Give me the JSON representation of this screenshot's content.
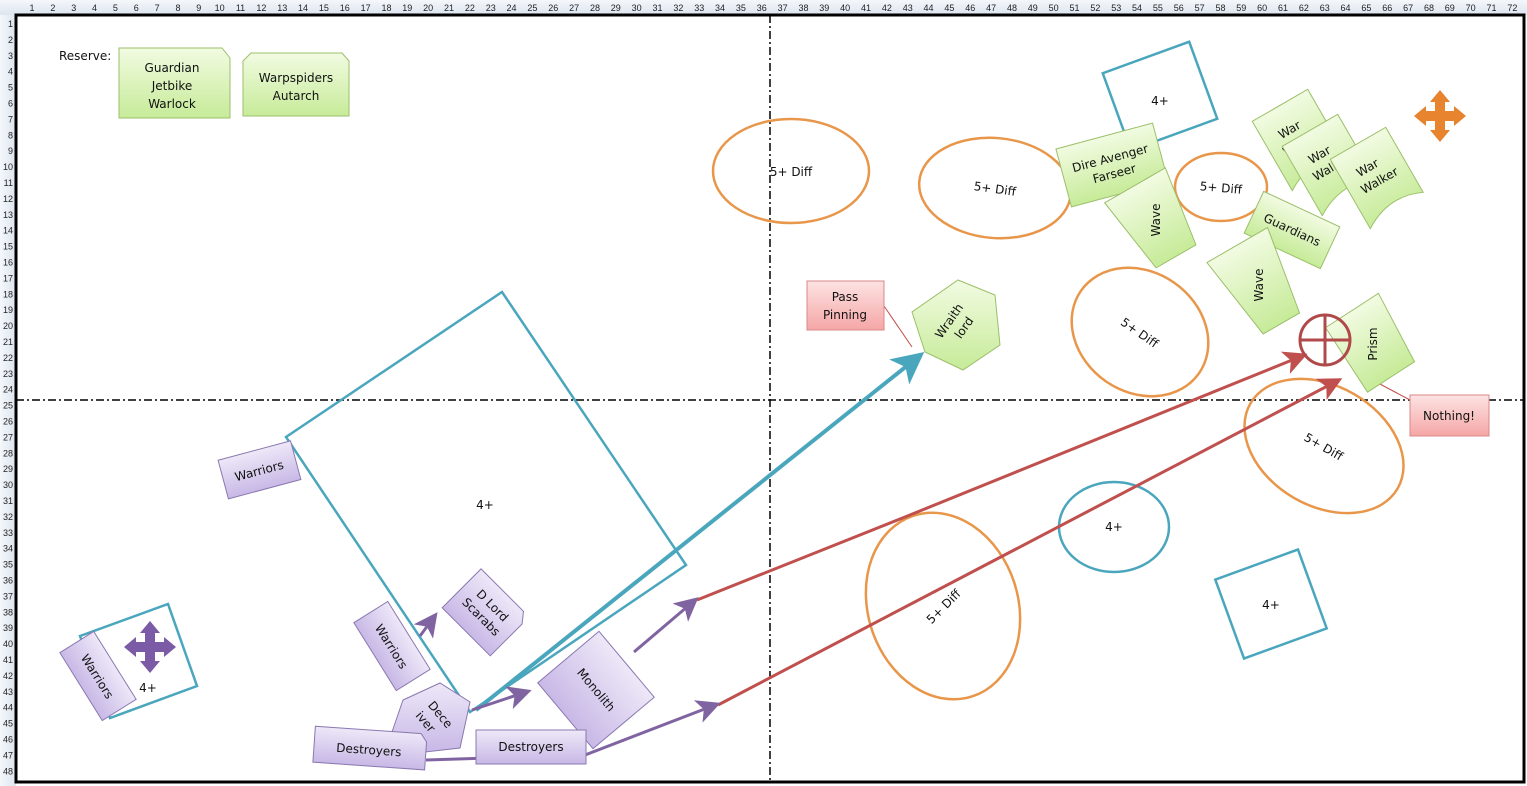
{
  "ruler": {
    "columns": [
      1,
      2,
      3,
      4,
      5,
      6,
      7,
      8,
      9,
      10,
      11,
      12,
      13,
      14,
      15,
      16,
      17,
      18,
      19,
      20,
      21,
      22,
      23,
      24,
      25,
      26,
      27,
      28,
      29,
      30,
      31,
      32,
      33,
      34,
      35,
      36,
      37,
      38,
      39,
      40,
      41,
      42,
      43,
      44,
      45,
      46,
      47,
      48,
      49,
      50,
      51,
      52,
      53,
      54,
      55,
      56,
      57,
      58,
      59,
      60,
      61,
      62,
      63,
      64,
      65,
      66,
      67,
      68,
      69,
      70,
      71,
      72
    ],
    "rows": [
      1,
      2,
      3,
      4,
      5,
      6,
      7,
      8,
      9,
      10,
      11,
      12,
      13,
      14,
      15,
      16,
      17,
      18,
      19,
      20,
      21,
      22,
      23,
      24,
      25,
      26,
      27,
      28,
      29,
      30,
      31,
      32,
      33,
      34,
      35,
      36,
      37,
      38,
      39,
      40,
      41,
      42,
      43,
      44,
      45,
      46,
      47,
      48
    ]
  },
  "reserve": {
    "label": "Reserve:",
    "units": [
      {
        "lines": [
          "Guardian",
          "Jetbike",
          "Warlock"
        ]
      },
      {
        "lines": [
          "Warpspiders",
          "Autarch"
        ]
      }
    ]
  },
  "terrain": {
    "diff_label": "5+ Diff",
    "cover_label": "4+"
  },
  "eldar": {
    "dire_avenger": [
      "Dire Avenger",
      "Farseer"
    ],
    "wave": "Wave",
    "guardians": "Guardians",
    "war_walker": [
      "War",
      "Walker"
    ],
    "wraithlord": [
      "Wraith",
      "lord"
    ],
    "prism": "Prism"
  },
  "necrons": {
    "warriors": "Warriors",
    "dlord": [
      "D Lord",
      "Scarabs"
    ],
    "deceiver": [
      "Dece",
      "iver"
    ],
    "monolith": "Monolith",
    "destroyers": "Destroyers"
  },
  "notes": {
    "pass_pinning": [
      "Pass",
      "Pinning"
    ],
    "nothing": "Nothing!"
  },
  "colors": {
    "teal": "#4aa6bd",
    "orange": "#e8964a",
    "arrow_red": "#c0504d",
    "arrow_purple": "#8064a2"
  }
}
